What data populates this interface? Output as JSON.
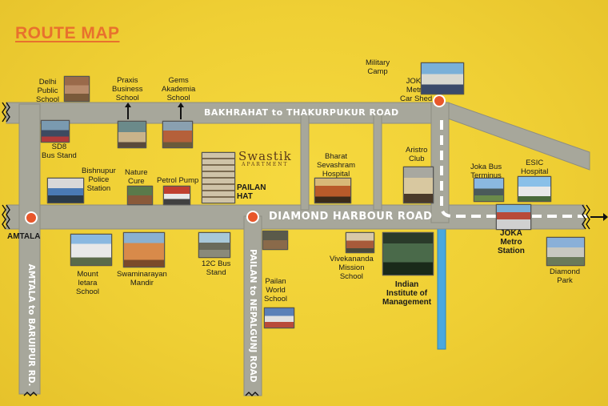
{
  "title": "ROUTE MAP",
  "brand": {
    "name": "Swastik",
    "sub": "APARTMENT"
  },
  "roads": {
    "bakhrahat": "BAKHRAHAT to THAKURPUKUR ROAD",
    "diamond": "DIAMOND HARBOUR ROAD",
    "amtala_rd": "AMTALA to BARUIPUR RD.",
    "pailan_rd": "PAILAN to NEPALGUNJ ROAD"
  },
  "places": {
    "amtala": "AMTALA",
    "pailan_hat": "PAILAN\nHAT",
    "delhi_school": "Delhi\nPublic\nSchool",
    "praxis": "Praxis\nBusiness\nSchool",
    "gems": "Gems\nAkademia\nSchool",
    "military": "Military\nCamp",
    "joka_shed": "JOKA\nMetro\nCar Shed",
    "sd8": "SD8\nBus Stand",
    "bishnupur": "Bishnupur\nPolice\nStation",
    "nature_cure": "Nature\nCure",
    "petrol": "Petrol Pump",
    "bharat": "Bharat\nSevashram\nHospital",
    "aristro": "Aristro\nClub",
    "joka_bus": "Joka Bus\nTerminus",
    "esic": "ESIC\nHospital",
    "mount": "Mount\nletara\nSchool",
    "swaminarayan": "Swaminarayan\nMandir",
    "bus12c": "12C Bus\nStand",
    "pailan_world": "Pailan\nWorld\nSchool",
    "vivekananda": "Vivekananda\nMission\nSchool",
    "iim": "Indian\nInstitute of\nManagement",
    "joka_metro": "JOKA\nMetro\nStation",
    "diamond_park": "Diamond\nPark"
  },
  "colors": {
    "road": "#a7a79b",
    "road_edge": "#8d8d82",
    "metro": "#4aa8df",
    "pin": "#e8572b",
    "title": "#e8712d"
  }
}
